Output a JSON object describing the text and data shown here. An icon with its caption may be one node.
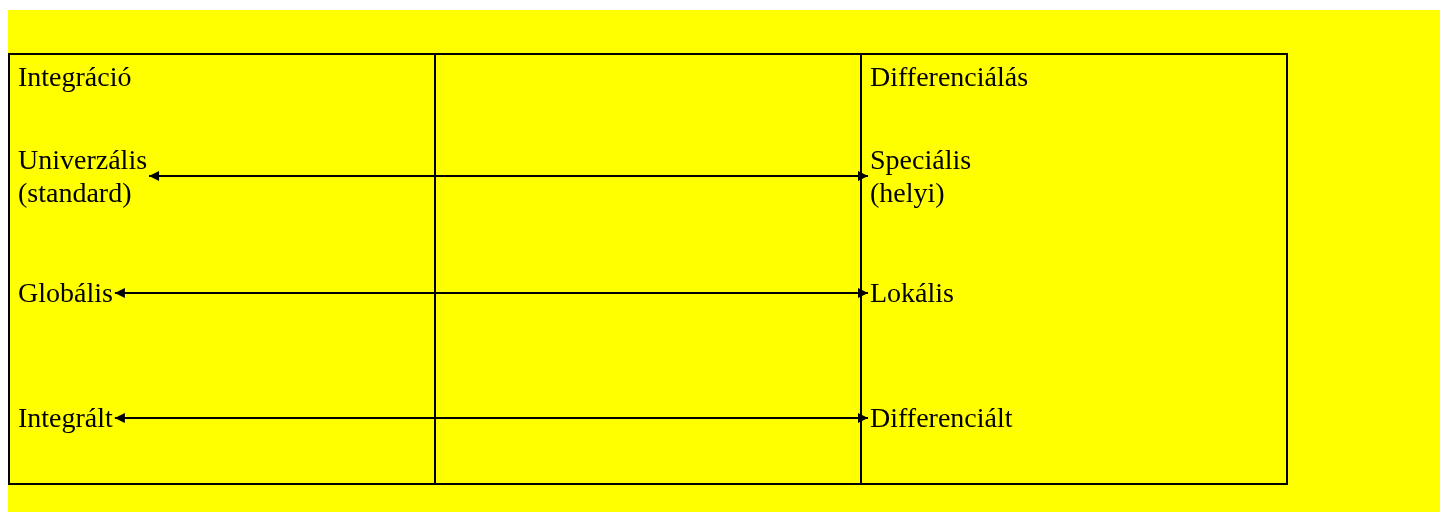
{
  "diagram": {
    "nodes": [
      {
        "text": [
          "Integráció"
        ]
      },
      {
        "text": [
          "Univerzális (standard)"
        ]
      },
      {
        "text": [
          "Globális"
        ]
      },
      {
        "text": [
          "Integrált"
        ]
      },
      {
        "text": [
          "Differenciálás"
        ]
      },
      {
        "text": [
          "Speciális (helyi)"
        ]
      },
      {
        "text": [
          "Lokális"
        ]
      },
      {
        "text": [
          "Differenciált"
        ]
      }
    ],
    "edges": [
      {
        "from": 1,
        "to": 5,
        "arrow": "both"
      },
      {
        "from": 2,
        "to": 6,
        "arrow": "both"
      },
      {
        "from": 3,
        "to": 7,
        "arrow": "both"
      }
    ]
  }
}
